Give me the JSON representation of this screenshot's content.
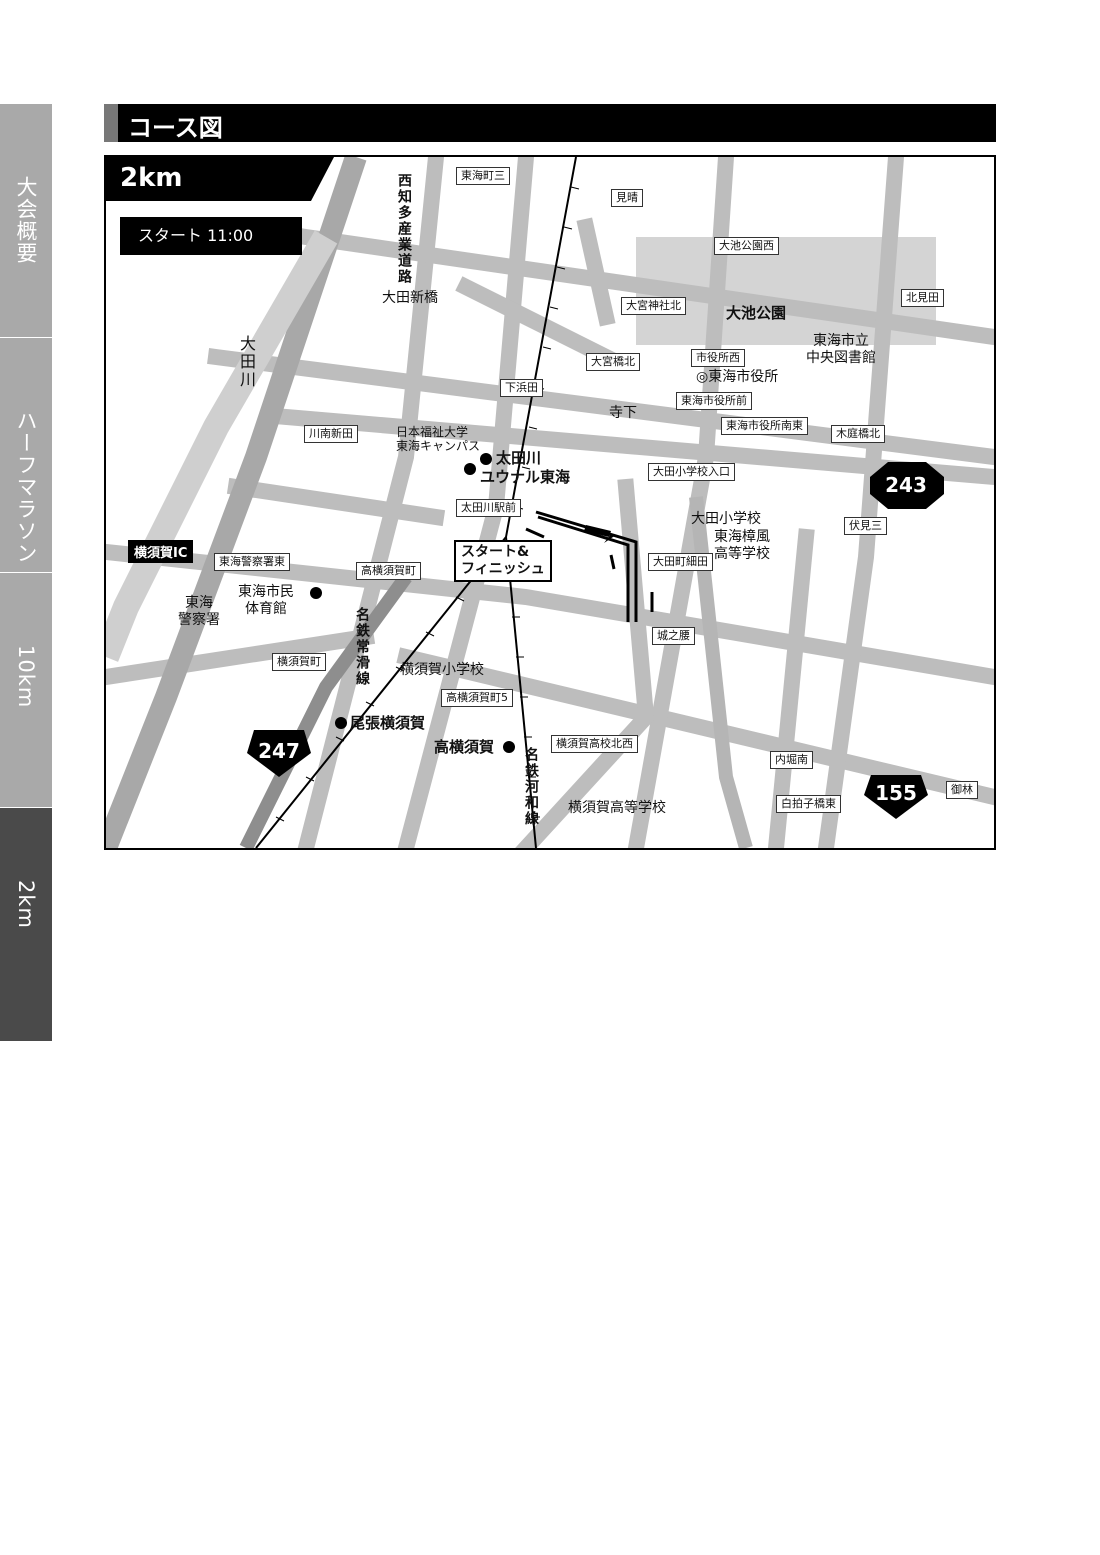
{
  "side_tabs": [
    "大会概要",
    "ハーフマラソン",
    "10km",
    "2km"
  ],
  "section_title": "コース図",
  "map": {
    "distance": "2km",
    "start_time": "スタート 11:00",
    "start_finish": [
      "スタート&",
      "フィニッシュ"
    ],
    "route_numbers": [
      "243",
      "247",
      "155"
    ],
    "interchange": "横須賀IC",
    "rail_lines": [
      "名鉄常滑線",
      "名鉄河和線"
    ],
    "road_names": [
      "西知多産業道路"
    ],
    "river": "大田川",
    "intersection_signs": [
      "東海町三",
      "見晴",
      "大池公園西",
      "大宮神社北",
      "北見田",
      "大田新橋",
      "大宮橋北",
      "市役所西",
      "下浜田",
      "東海市役所前",
      "寺下",
      "川南新田",
      "東海市役所南東",
      "木庭橋北",
      "大田小学校入口",
      "太田川駅前",
      "伏見三",
      "東海警察署東",
      "高横須賀町",
      "大田町細田",
      "城之腰",
      "横須賀町",
      "高横須賀町5",
      "横須賀高校北西",
      "内堀南",
      "白拍子橋東",
      "御林"
    ],
    "places": {
      "park": "大池公園",
      "library": [
        "東海市立",
        "中央図書館"
      ],
      "city_hall": "◎東海市役所",
      "univ": [
        "日本福祉大学",
        "東海キャンパス"
      ],
      "station_otagawa": "太田川",
      "uunal": "ユウナル東海",
      "ota_elem": "大田小学校",
      "sofu_high": [
        "東海樟風",
        "高等学校"
      ],
      "police": [
        "東海",
        "警察署"
      ],
      "gym": [
        "東海市民",
        "体育館"
      ],
      "yokosuka_elem": "横須賀小学校",
      "owari_yokosuka": "尾張横須賀",
      "taka_yokosuka": "高横須賀",
      "yokosuka_high": "横須賀高等学校"
    }
  }
}
